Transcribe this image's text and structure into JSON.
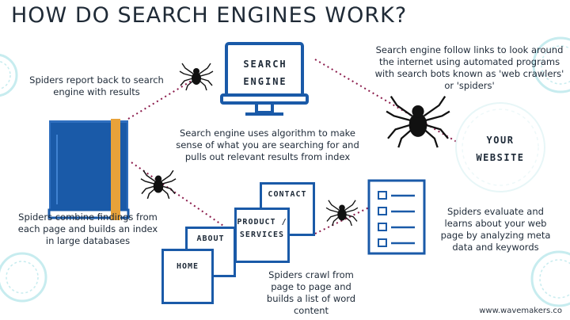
{
  "title": "HOW DO SEARCH ENGINES WORK?",
  "search_engine_label": [
    "SEARCH",
    "ENGINE"
  ],
  "website_label": [
    "YOUR",
    "WEBSITE"
  ],
  "texts": {
    "spiders_report": "Spiders report back to search engine with results",
    "search_follow_links": "Search engine follow links to look around the internet using automated programs with search bots known as 'web crawlers' or 'spiders'",
    "algorithm": "Search engine uses algorithm to make sense of what you are searching for and pulls out relevant results from index",
    "spiders_combine": "Spiders combine findings from each page and builds an index in large databases",
    "spiders_evaluate": "Spiders evaluate and learns about your web page by analyzing meta data and keywords",
    "spiders_crawl": "Spiders crawl from page to page and builds a list of word content"
  },
  "pages": {
    "contact": "CONTACT",
    "product": "PRODUCT / SERVICES",
    "about": "ABOUT",
    "home": "HOME"
  },
  "footer": "www.wavemakers.co",
  "colors": {
    "accent_blue": "#1a5aa8",
    "book_strap": "#e8a23a",
    "dotted_line": "#8a1a4a",
    "deco": "#c7ecef"
  }
}
